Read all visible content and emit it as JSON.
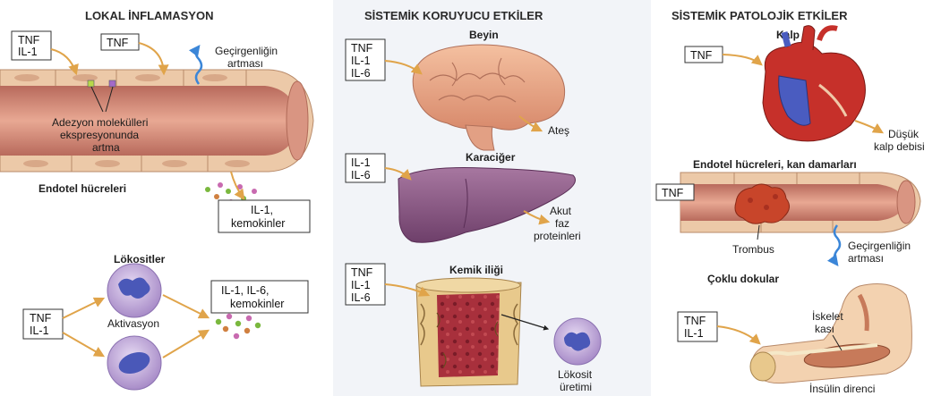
{
  "panels": {
    "local": {
      "title": "LOKAL İNFLAMASYON",
      "tnf_il1": [
        "TNF",
        "IL-1"
      ],
      "tnf": "TNF",
      "permeability": [
        "Geçirgenliğin",
        "artması"
      ],
      "adhesion": [
        "Adezyon molekülleri",
        "ekspresyonunda",
        "artma"
      ],
      "endothelial": "Endotel hücreleri",
      "il1_chemokines": [
        "IL-1,",
        "kemokinler"
      ],
      "leukocytes_title": "Lökositler",
      "activation": "Aktivasyon",
      "leuko_input": [
        "TNF",
        "IL-1"
      ],
      "leuko_output": [
        "IL-1, IL-6,",
        "kemokinler"
      ]
    },
    "systemic_protective": {
      "title": "SİSTEMİK KORUYUCU ETKİLER",
      "brain": {
        "title": "Beyin",
        "inputs": [
          "TNF",
          "IL-1",
          "IL-6"
        ],
        "output": "Ateş"
      },
      "liver": {
        "title": "Karaciğer",
        "inputs": [
          "IL-1",
          "IL-6"
        ],
        "output": [
          "Akut",
          "faz",
          "proteinleri"
        ]
      },
      "bone_marrow": {
        "title": "Kemik iliği",
        "inputs": [
          "TNF",
          "IL-1",
          "IL-6"
        ],
        "output": [
          "Lökosit",
          "üretimi"
        ]
      }
    },
    "systemic_pathologic": {
      "title": "SİSTEMİK PATOLOJİK ETKİLER",
      "heart": {
        "title": "Kalp",
        "input": "TNF",
        "output": [
          "Düşük",
          "kalp debisi"
        ]
      },
      "vessels": {
        "title": "Endotel hücreleri, kan damarları",
        "input": "TNF",
        "thrombus": "Trombus",
        "permeability": [
          "Geçirgenliğin",
          "artması"
        ]
      },
      "tissues": {
        "title": "Çoklu dokular",
        "input": [
          "TNF",
          "IL-1"
        ],
        "skeletal": [
          "İskelet",
          "kası"
        ],
        "insulin": "İnsülin direnci"
      }
    }
  },
  "colors": {
    "vessel_wall": "#ecc9a8",
    "vessel_lumen": "#c97a6a",
    "vessel_lumen_light": "#e2a08c",
    "arrow": "#e0a44a",
    "blue_arrow": "#3b86d8",
    "cell_purple": "#b7a0d6",
    "nucleus": "#4a58b8",
    "brain": "#e8a98a",
    "liver": "#8b5a86",
    "heart_red": "#c6302a",
    "heart_blue": "#4a5cc0",
    "bone": "#e8c98c",
    "marrow": "#9a2b3a",
    "muscle": "#c77a5a",
    "skin": "#f3d2b0",
    "panel_bg": "#f2f4f8"
  }
}
